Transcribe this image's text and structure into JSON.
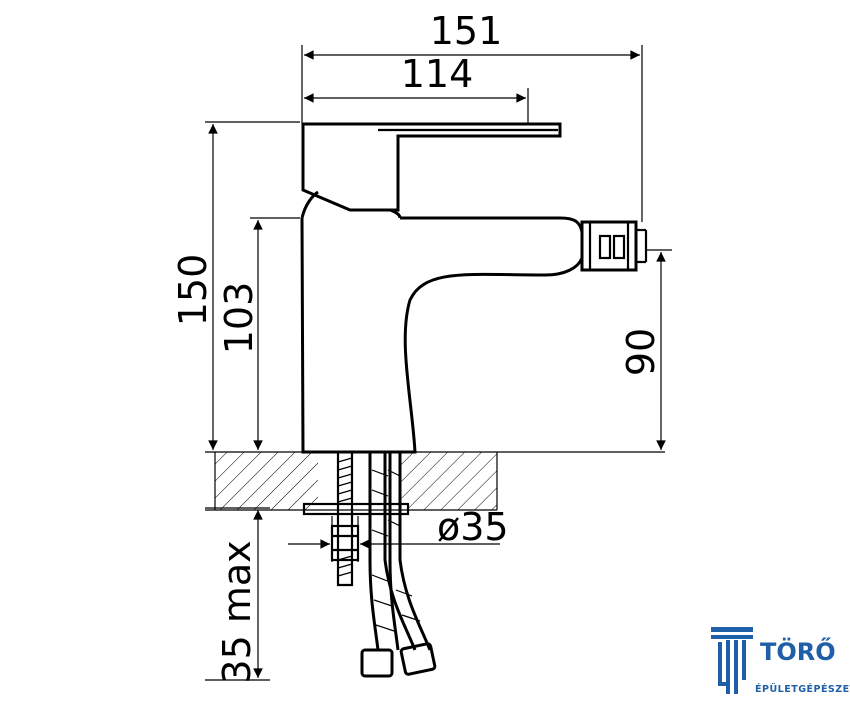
{
  "dimensions": {
    "overall_length": "151",
    "spout_length": "114",
    "total_height": "150",
    "body_height": "103",
    "spout_height": "90",
    "hole_diameter": "ø35",
    "max_deck_thickness": "35 max"
  },
  "brand": {
    "name": "TÖRŐ",
    "tagline": "ÉPÜLETGÉPÉSZET",
    "color": "#1f5fa8"
  }
}
